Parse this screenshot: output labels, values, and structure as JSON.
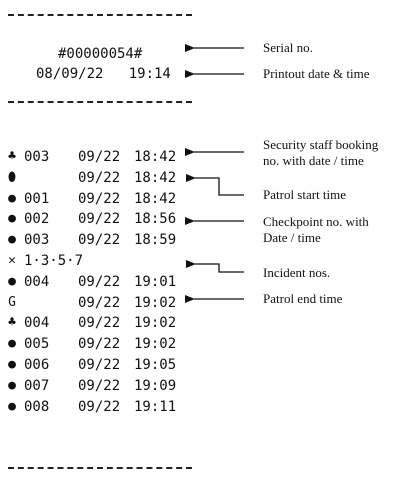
{
  "receipt": {
    "serial": "#00000054#",
    "printout_datetime": "08/09/22   19:14",
    "rows": [
      {
        "glyph": "staff",
        "symbol": "♣",
        "no": "003",
        "date": "09/22",
        "time": "18:42"
      },
      {
        "glyph": "patrol-start",
        "symbol": "⬮",
        "no": "",
        "date": "09/22",
        "time": "18:42"
      },
      {
        "glyph": "checkpoint",
        "symbol": "●",
        "no": "001",
        "date": "09/22",
        "time": "18:42"
      },
      {
        "glyph": "checkpoint",
        "symbol": "●",
        "no": "002",
        "date": "09/22",
        "time": "18:56"
      },
      {
        "glyph": "checkpoint",
        "symbol": "●",
        "no": "003",
        "date": "09/22",
        "time": "18:59"
      },
      {
        "glyph": "incident",
        "symbol": "✕",
        "incident_nos": "1·3·5·7"
      },
      {
        "glyph": "checkpoint",
        "symbol": "●",
        "no": "004",
        "date": "09/22",
        "time": "19:01"
      },
      {
        "glyph": "patrol-end",
        "symbol": "G",
        "no": "",
        "date": "09/22",
        "time": "19:02"
      },
      {
        "glyph": "staff",
        "symbol": "♣",
        "no": "004",
        "date": "09/22",
        "time": "19:02"
      },
      {
        "glyph": "checkpoint",
        "symbol": "●",
        "no": "005",
        "date": "09/22",
        "time": "19:02"
      },
      {
        "glyph": "checkpoint",
        "symbol": "●",
        "no": "006",
        "date": "09/22",
        "time": "19:05"
      },
      {
        "glyph": "checkpoint",
        "symbol": "●",
        "no": "007",
        "date": "09/22",
        "time": "19:09"
      },
      {
        "glyph": "checkpoint",
        "symbol": "●",
        "no": "008",
        "date": "09/22",
        "time": "19:11"
      }
    ]
  },
  "annotations": {
    "serial": "Serial no.",
    "printout": "Printout date & time",
    "staff_line1": "Security staff booking",
    "staff_line2": "no. with date / time",
    "patrol_start": "Patrol start time",
    "checkpoint_line1": "Checkpoint no. with",
    "checkpoint_line2": "Date / time",
    "incident": "Incident nos.",
    "patrol_end": "Patrol end time"
  }
}
